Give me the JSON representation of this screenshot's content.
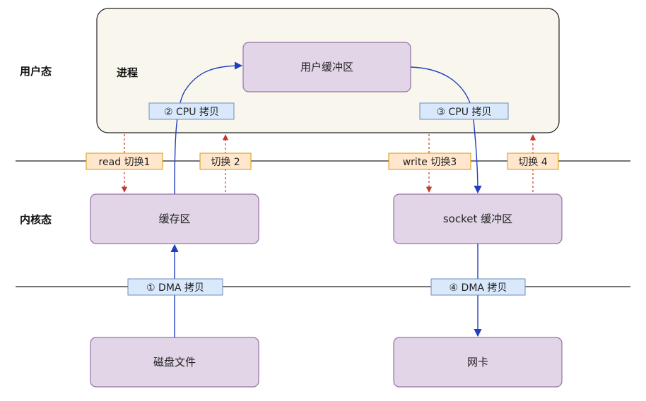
{
  "layers": {
    "user_mode": "用户态",
    "kernel_mode": "内核态"
  },
  "process": {
    "label": "进程"
  },
  "nodes": {
    "user_buffer": "用户缓冲区",
    "page_cache": "缓存区",
    "socket_buffer": "socket 缓冲区",
    "disk_file": "磁盘文件",
    "nic": "网卡"
  },
  "copies": {
    "dma_1": "① DMA 拷贝",
    "cpu_2": "② CPU 拷贝",
    "cpu_3": "③ CPU 拷贝",
    "dma_4": "④ DMA 拷贝"
  },
  "switches": {
    "read_1": "read 切换1",
    "switch_2": "切换 2",
    "write_3": "write 切换3",
    "switch_4": "切换 4"
  },
  "colors": {
    "process_fill": "#f9f7ed",
    "node_fill": "#e1d5e7",
    "node_stroke": "#9673a6",
    "copy_fill": "#dae8fc",
    "copy_stroke": "#6c8ebf",
    "switch_fill": "#ffe6cc",
    "switch_stroke": "#d79b00",
    "blue_arrow": "#1f3fbf",
    "red_arrow": "#c0392b"
  }
}
